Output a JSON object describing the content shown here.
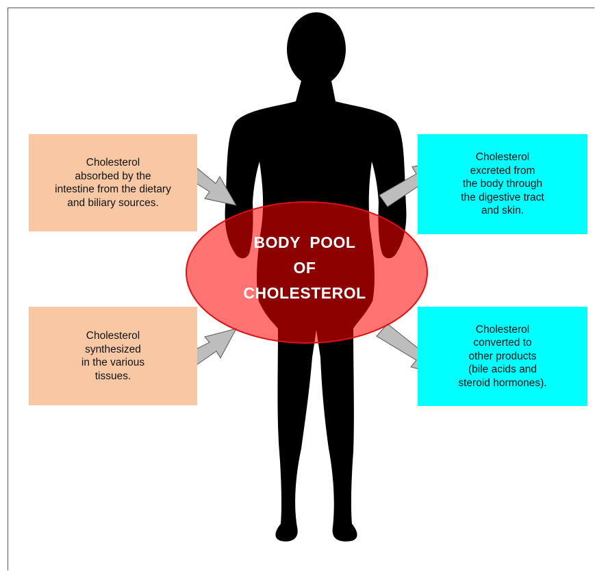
{
  "colors": {
    "silhouette": "#000000",
    "pool_fill": "#ff0000",
    "pool_fill_opacity": 0.55,
    "pool_stroke": "#e01010",
    "source_box": "#f8c8a4",
    "output_box": "#00ffff",
    "arrow_fill": "#bdbdbd",
    "arrow_stroke": "#555555"
  },
  "diagram": {
    "center_label": [
      "BODY  POOL",
      "OF",
      "CHOLESTEROL"
    ],
    "inputs": [
      {
        "lines": [
          "Cholesterol",
          "absorbed by the",
          "intestine from the dietary",
          "and biliary sources."
        ]
      },
      {
        "lines": [
          "Cholesterol",
          "synthesized",
          "in the various",
          "tissues."
        ]
      }
    ],
    "outputs": [
      {
        "lines": [
          "Cholesterol",
          "excreted from",
          "the body through",
          "the digestive tract",
          "and skin."
        ]
      },
      {
        "lines": [
          "Cholesterol",
          "converted to",
          "other products",
          "(bile acids and",
          "steroid hormones)."
        ]
      }
    ]
  }
}
